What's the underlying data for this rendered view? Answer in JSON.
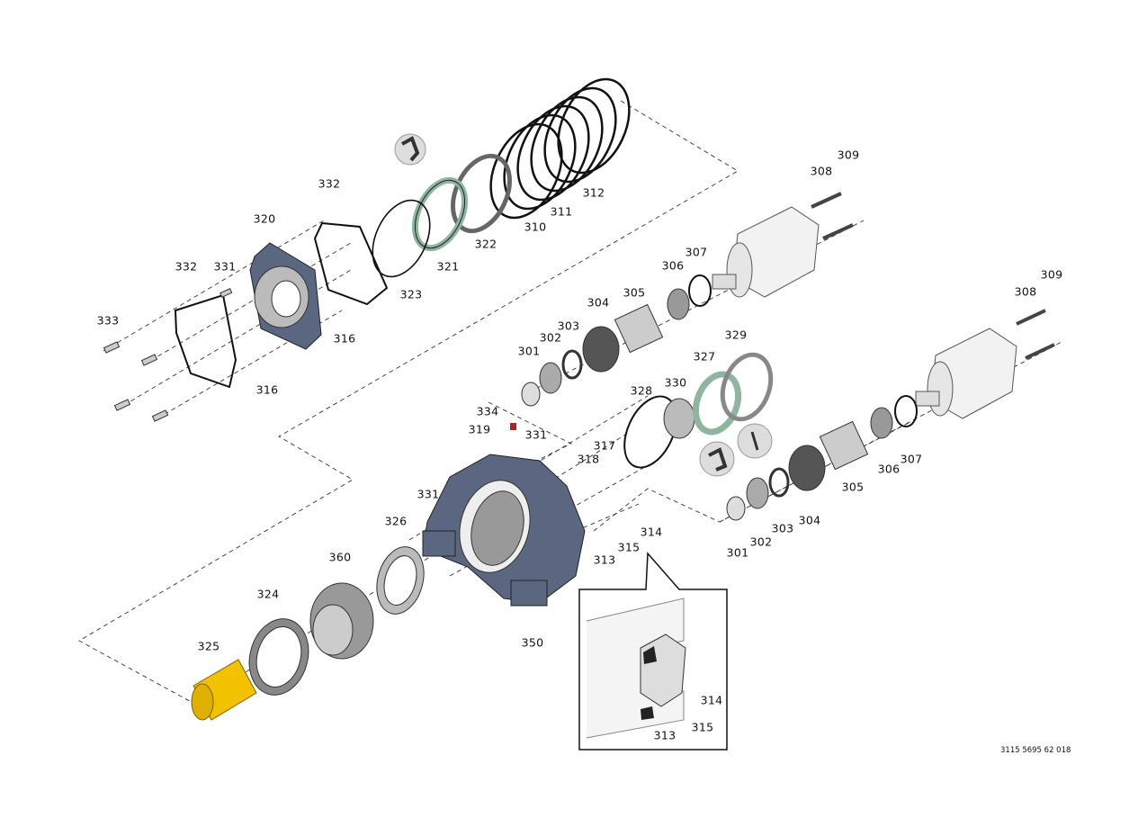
{
  "diagram": {
    "document_number": "3115 5695 62 018",
    "colors": {
      "housing": "#5b6680",
      "bushing": "#f2c200",
      "seal": "#8fb5a0",
      "plug": "#b3202a",
      "line": "#111111"
    },
    "labels": {
      "l309a": "309",
      "l308a": "308",
      "l312": "312",
      "l311": "311",
      "l310": "310",
      "l322": "322",
      "l321": "321",
      "l323": "323",
      "l332a": "332",
      "l320": "320",
      "l332b": "332",
      "l331a": "331",
      "l333": "333",
      "l316a": "316",
      "l316b": "316",
      "l307a": "307",
      "l306a": "306",
      "l305a": "305",
      "l304a": "304",
      "l303a": "303",
      "l302a": "302",
      "l301a": "301",
      "l309b": "309",
      "l308b": "308",
      "l329": "329",
      "l327": "327",
      "l330": "330",
      "l328": "328",
      "l334": "334",
      "l319": "319",
      "l331b": "331",
      "l317": "317",
      "l318": "318",
      "l331c": "331",
      "l326": "326",
      "l360": "360",
      "l324": "324",
      "l325": "325",
      "l350": "350",
      "l313": "313",
      "l315": "315",
      "l314": "314",
      "l305b": "305",
      "l306b": "306",
      "l307b": "307",
      "l304b": "304",
      "l303b": "303",
      "l302b": "302",
      "l301b": "301",
      "inset314": "314",
      "inset315": "315",
      "inset313": "313"
    }
  }
}
